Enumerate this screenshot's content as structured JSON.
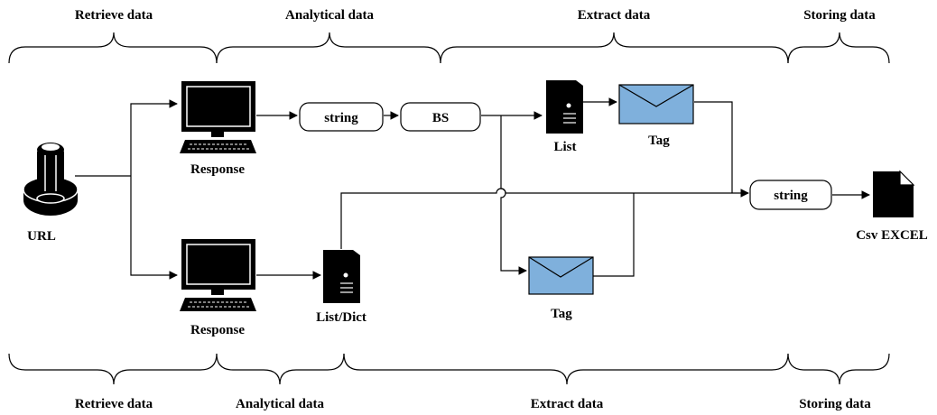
{
  "stages_top": {
    "retrieve": "Retrieve data",
    "analytical": "Analytical data",
    "extract": "Extract data",
    "storing": "Storing data"
  },
  "stages_bottom": {
    "retrieve": "Retrieve data",
    "analytical": "Analytical data",
    "extract": "Extract data",
    "storing": "Storing data"
  },
  "nodes": {
    "url": "URL",
    "response_top": "Response",
    "response_bottom": "Response",
    "string_top": "string",
    "bs": "BS",
    "list": "List",
    "tag_top": "Tag",
    "tag_bottom": "Tag",
    "list_dict": "List/Dict",
    "string_out": "string",
    "csv_excel": "Csv EXCEL"
  },
  "colors": {
    "envelope_fill": "#7fb0dc",
    "stroke": "#000000"
  },
  "icons": {
    "url": "database-cylinder-icon",
    "response": "computer-monitor-keyboard-icon",
    "server": "server-tower-icon",
    "tag": "envelope-icon",
    "file": "document-file-icon"
  }
}
